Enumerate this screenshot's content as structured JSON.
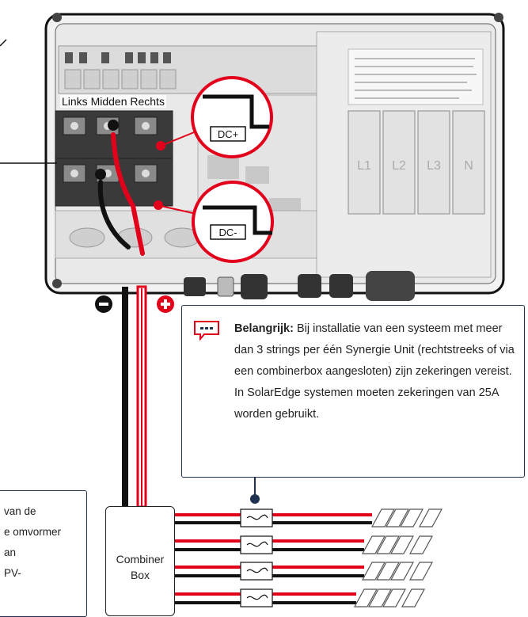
{
  "labels": {
    "position_header": "Links Midden Rechts",
    "dc_plus": "DC+",
    "dc_minus": "DC-",
    "phase_l1": "L1",
    "phase_l2": "L2",
    "phase_l3": "L3",
    "phase_n": "N",
    "combiner_line1": "Combiner",
    "combiner_line2": "Box"
  },
  "note": {
    "bold_word": "Belangrijk:",
    "text": " Bij installatie van een systeem met meer dan 3 strings per één Synergie Unit (rechtstreeks of via een combinerbox aangesloten) zijn zekeringen vereist. In SolarEdge systemen moeten zekeringen van 25A worden gebruikt."
  },
  "left_note_lines": [
    "van de",
    "e omvormer",
    "an",
    "PV-"
  ],
  "colors": {
    "wire_red": "#e2001a",
    "wire_black": "#111111",
    "frame": "#1f3350",
    "callout_red": "#e2001a"
  },
  "icons": {
    "note": "speech-bubble-icon",
    "minus": "minus-terminal-icon",
    "plus": "plus-terminal-icon",
    "fuse": "fuse-icon"
  }
}
